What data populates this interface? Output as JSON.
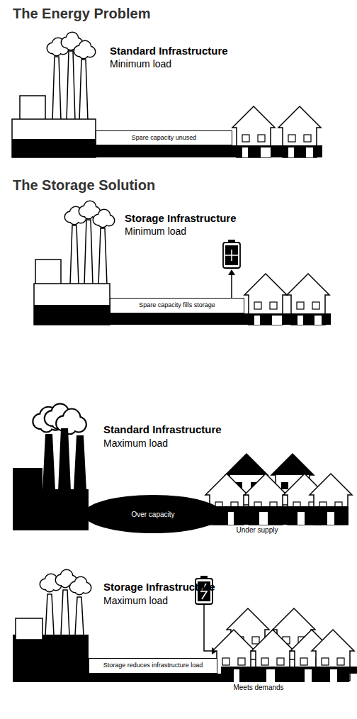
{
  "diagram": {
    "title": "The Energy Problem",
    "nodes": [
      {
        "text": [
          "Spare capacity unused"
        ]
      },
      {
        "text": [
          "Spare capacity fills storage"
        ]
      },
      {
        "text": [
          "Over capacity"
        ]
      },
      {
        "text": [
          "Storage reduces infrastructure load"
        ]
      }
    ],
    "labels": [
      "Standard Infrastructure",
      "Minimum load",
      "The Storage Solution",
      "Storage Infrastructure",
      "Minimum load",
      "Standard Infrastructure",
      "Maximum load",
      "Under supply",
      "Storage Infrastructure",
      "Maximum load",
      "Meets demands"
    ]
  }
}
